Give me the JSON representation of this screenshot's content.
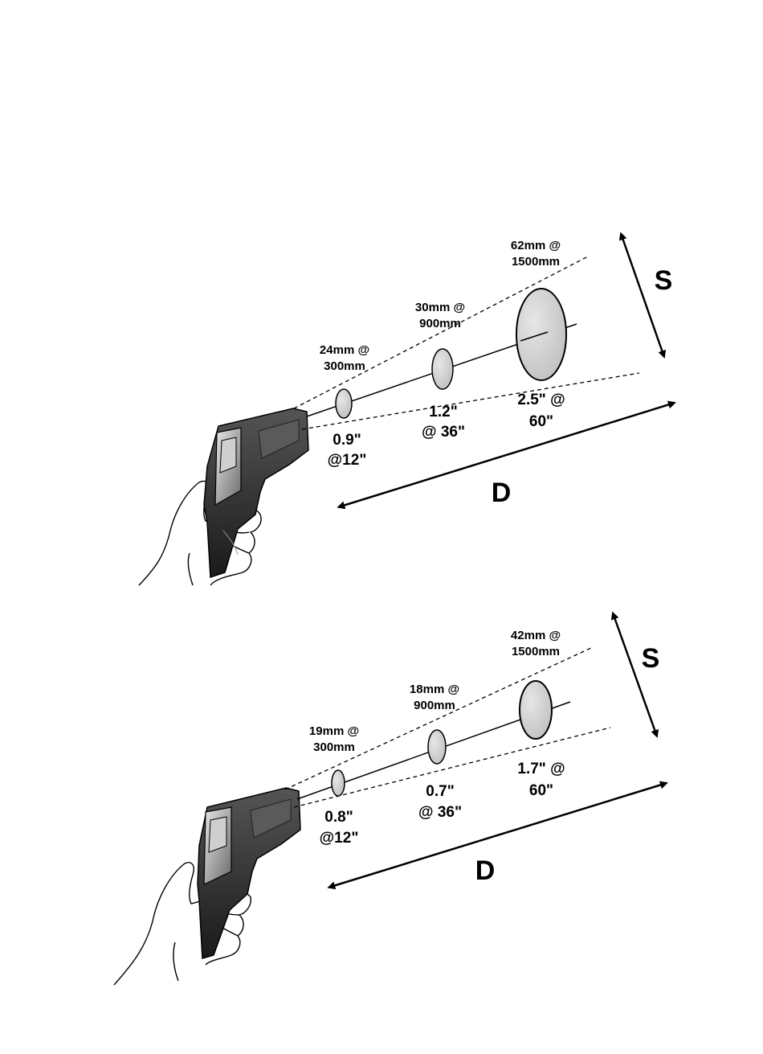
{
  "colors": {
    "ink": "#000000",
    "spot_fill": "#d4d4d4",
    "gun_dark": "#3a3a3a",
    "gun_mid": "#7a7a7a",
    "gun_light": "#bdbdbd",
    "background": "#ffffff"
  },
  "diagrams": [
    {
      "spots": [
        {
          "metric": [
            "24mm @",
            "300mm"
          ],
          "imperial": [
            "0.9\"",
            "@12\""
          ]
        },
        {
          "metric": [
            "30mm @",
            "900mm"
          ],
          "imperial": [
            "1.2\"",
            "@ 36\""
          ]
        },
        {
          "metric": [
            "62mm @",
            "1500mm"
          ],
          "imperial": [
            "2.5\" @",
            "60\""
          ]
        }
      ],
      "size_axis_label": "S",
      "distance_axis_label": "D"
    },
    {
      "spots": [
        {
          "metric": [
            "19mm @",
            "300mm"
          ],
          "imperial": [
            "0.8\"",
            "@12\""
          ]
        },
        {
          "metric": [
            "18mm @",
            "900mm"
          ],
          "imperial": [
            "0.7\"",
            "@ 36\""
          ]
        },
        {
          "metric": [
            "42mm @",
            "1500mm"
          ],
          "imperial": [
            "1.7\" @",
            "60\""
          ]
        }
      ],
      "size_axis_label": "S",
      "distance_axis_label": "D"
    }
  ]
}
